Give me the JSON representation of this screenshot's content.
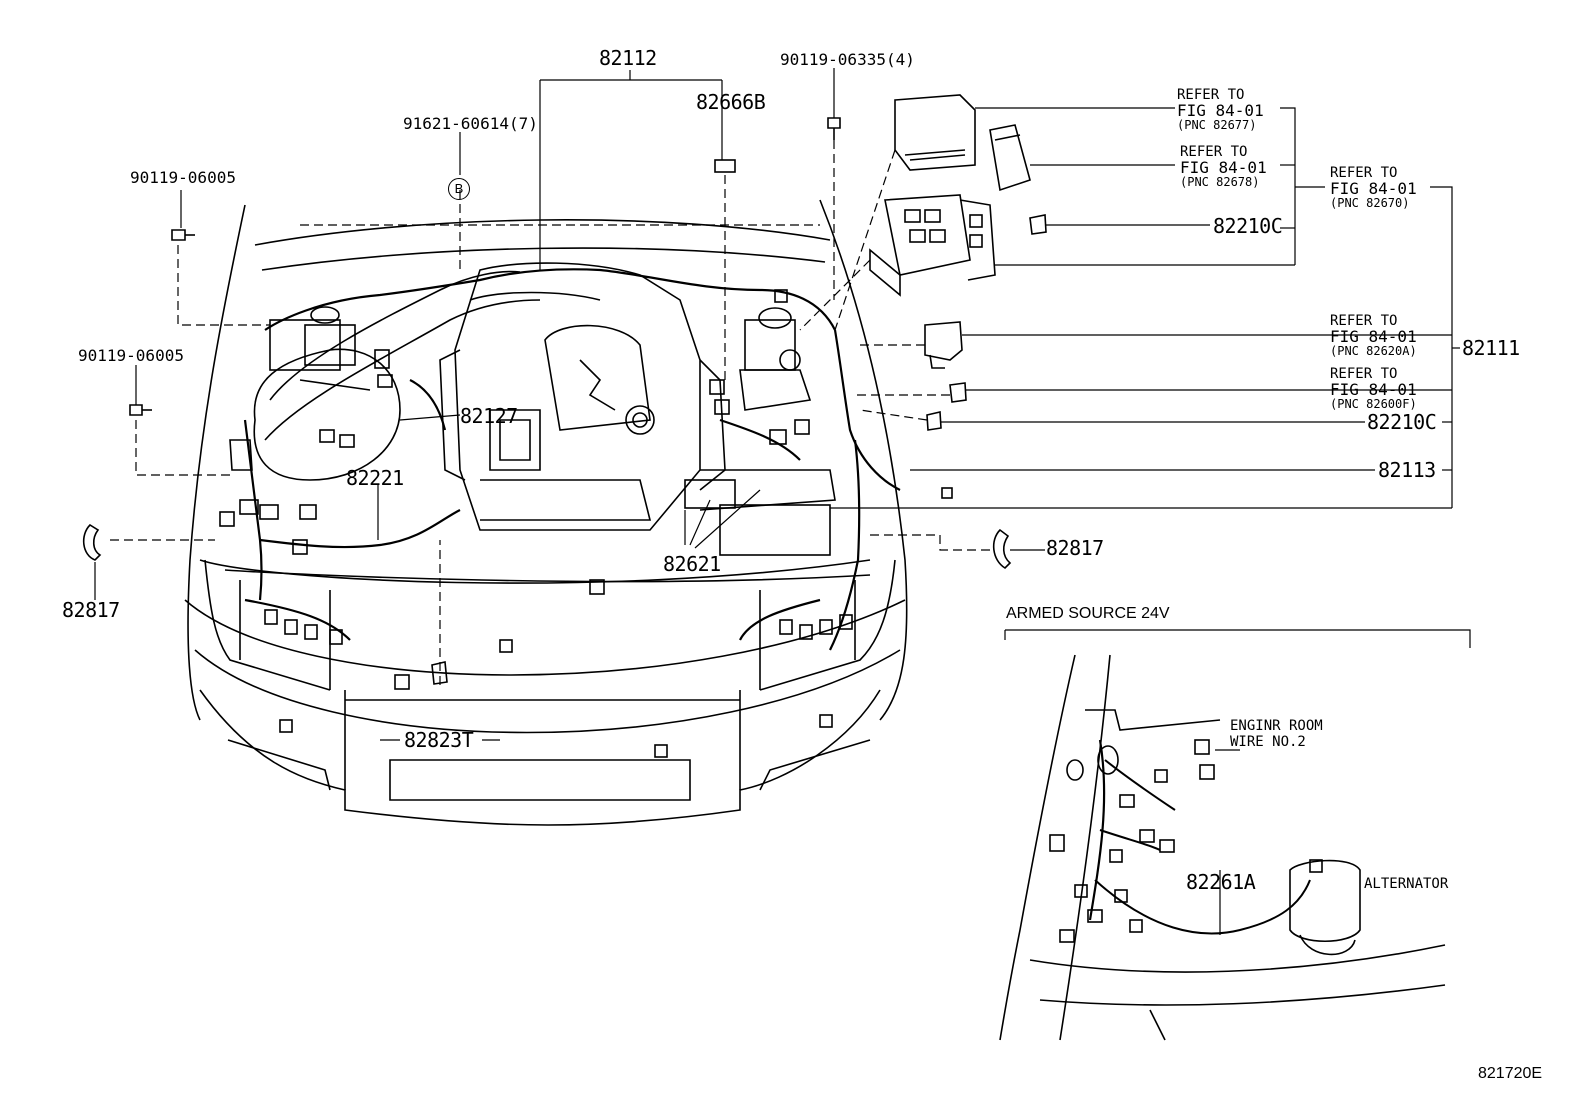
{
  "labels": {
    "p82112": "82112",
    "p90119_06335": "90119-06335(4)",
    "p82666B": "82666B",
    "p91621": "91621-60614(7)",
    "marker_b": "B",
    "p90119_06005_top": "90119-06005",
    "p90119_06005_mid": "90119-06005",
    "p82127": "82127",
    "p82221": "82221",
    "p82621": "82621",
    "p82817_left": "82817",
    "p82817_right": "82817",
    "p82823T": "82823T",
    "p82210C_top": "82210C",
    "p82210C_mid": "82210C",
    "p82111": "82111",
    "p82113": "82113",
    "ref1": {
      "l1": "REFER TO",
      "l2": "FIG 84-01",
      "l3": "(PNC 82677)"
    },
    "ref2": {
      "l1": "REFER TO",
      "l2": "FIG 84-01",
      "l3": "(PNC 82678)"
    },
    "ref3": {
      "l1": "REFER TO",
      "l2": "FIG 84-01",
      "l3": "(PNC 82670)"
    },
    "ref4": {
      "l1": "REFER TO",
      "l2": "FIG 84-01",
      "l3": "(PNC 82620A)"
    },
    "ref5": {
      "l1": "REFER TO",
      "l2": "FIG 84-01",
      "l3": "(PNC 82600F)"
    },
    "armed_source": "ARMED SOURCE 24V",
    "engine_room_wire_l1": "ENGINR ROOM",
    "engine_room_wire_l2": "WIRE  NO.2",
    "p82261A": "82261A",
    "alternator": "ALTERNATOR",
    "figure_code": "821720E"
  }
}
